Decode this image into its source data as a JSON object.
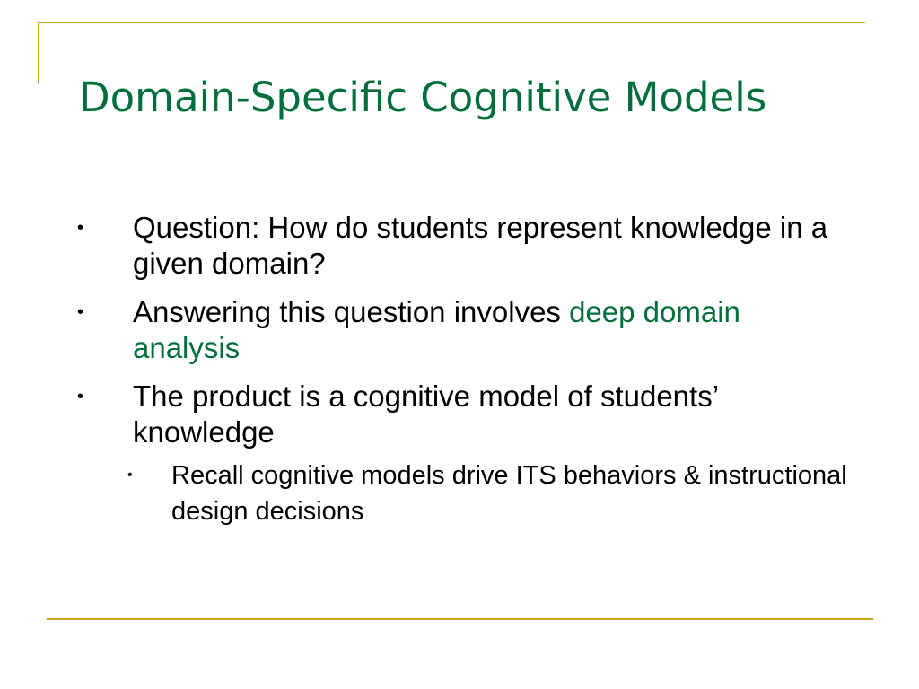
{
  "slide": {
    "title": "Domain-Specific Cognitive Models",
    "bullet_glyph": "•",
    "bullets": [
      {
        "text": "Question: How do students represent knowledge in a given domain?"
      },
      {
        "text": "Answering this question involves ",
        "highlight": "deep domain analysis"
      },
      {
        "text": "The product is a cognitive model of students’ knowledge"
      }
    ],
    "sub_bullets": [
      {
        "text": "Recall cognitive models drive ITS behaviors & instructional design decisions"
      }
    ]
  },
  "colors": {
    "title": "#006f3c",
    "highlight": "#006f3c",
    "frame_lines": "#d4a017"
  }
}
